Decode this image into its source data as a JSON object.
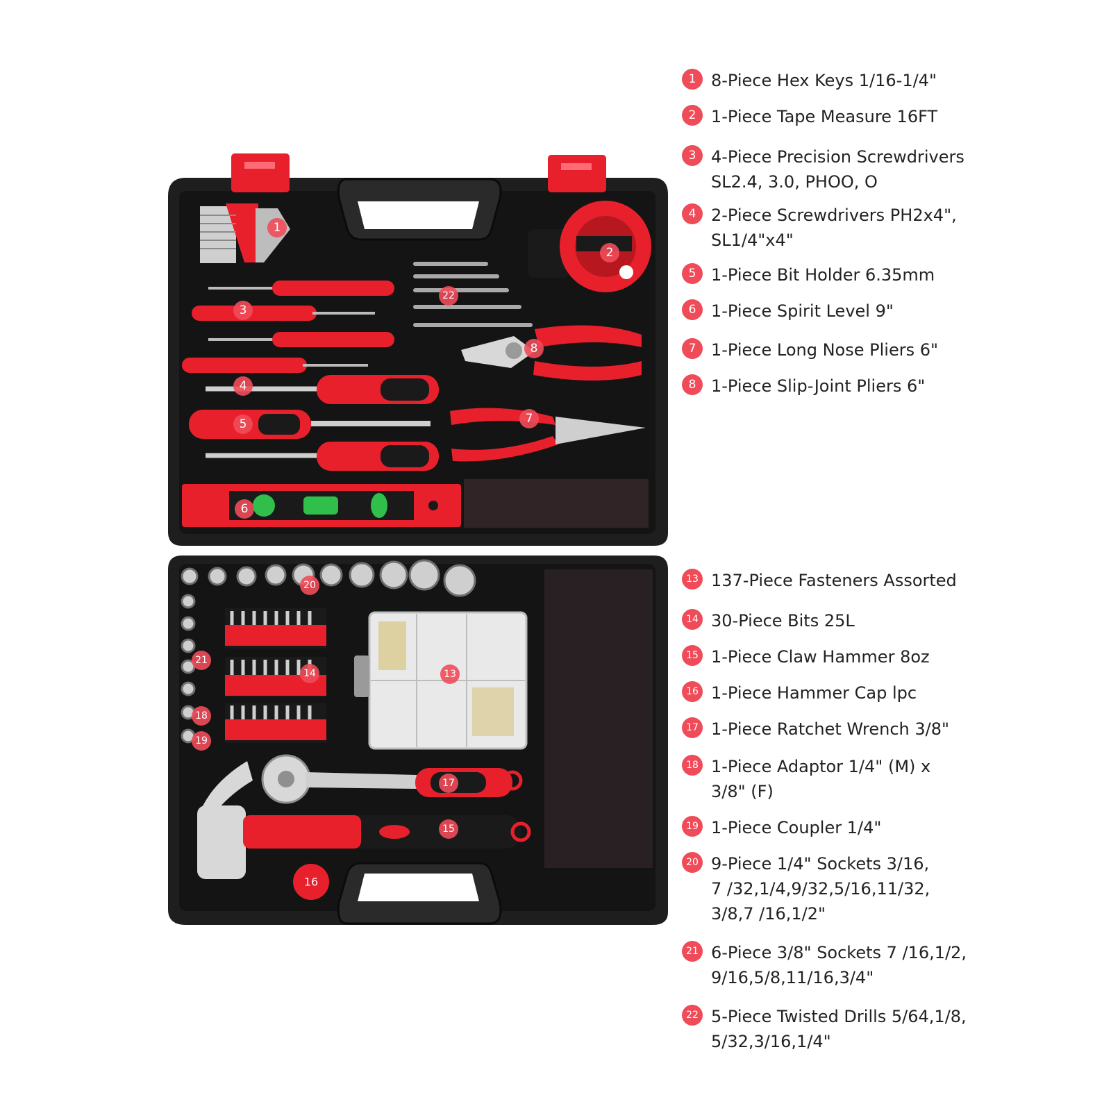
{
  "colors": {
    "accent": "#ef4b59",
    "tool_red": "#e8202c",
    "case_black": "#1e1e1e",
    "tray_black": "#141414",
    "chrome": "#c9c9c9",
    "level_green": "#2fbf4a",
    "text": "#222222"
  },
  "legend_top": [
    {
      "num": "1",
      "text": "8-Piece Hex Keys 1/16-1/4\""
    },
    {
      "num": "2",
      "text": "1-Piece Tape Measure 16FT"
    },
    {
      "num": "3",
      "text": "4-Piece Precision Screwdrivers\nSL2.4, 3.0, PHOO, O"
    },
    {
      "num": "4",
      "text": "2-Piece Screwdrivers PH2x4\",\nSL1/4\"x4\""
    },
    {
      "num": "5",
      "text": "1-Piece Bit Holder 6.35mm"
    },
    {
      "num": "6",
      "text": "1-Piece Spirit Level 9\""
    },
    {
      "num": "7",
      "text": "1-Piece Long Nose Pliers 6\""
    },
    {
      "num": "8",
      "text": "1-Piece Slip-Joint Pliers 6\""
    }
  ],
  "legend_bottom": [
    {
      "num": "13",
      "text": "137-Piece Fasteners Assorted"
    },
    {
      "num": "14",
      "text": "30-Piece Bits 25L"
    },
    {
      "num": "15",
      "text": "1-Piece Claw Hammer 8oz"
    },
    {
      "num": "16",
      "text": "1-Piece Hammer Cap lpc"
    },
    {
      "num": "17",
      "text": "1-Piece Ratchet Wrench 3/8\""
    },
    {
      "num": "18",
      "text": "1-Piece Adaptor 1/4\" (M) x\n3/8\" (F)"
    },
    {
      "num": "19",
      "text": "1-Piece Coupler 1/4\""
    },
    {
      "num": "20",
      "text": "9-Piece 1/4\" Sockets 3/16,\n7 /32,1/4,9/32,5/16,11/32,\n3/8,7 /16,1/2\""
    },
    {
      "num": "21",
      "text": "6-Piece 3/8\" Sockets 7 /16,1/2,\n9/16,5/8,11/16,3/4\""
    },
    {
      "num": "22",
      "text": "5-Piece Twisted Drills 5/64,1/8,\n5/32,3/16,1/4\""
    }
  ],
  "callouts": [
    "1",
    "2",
    "3",
    "4",
    "5",
    "6",
    "7",
    "8",
    "13",
    "14",
    "15",
    "16",
    "17",
    "18",
    "19",
    "20",
    "21",
    "22"
  ]
}
